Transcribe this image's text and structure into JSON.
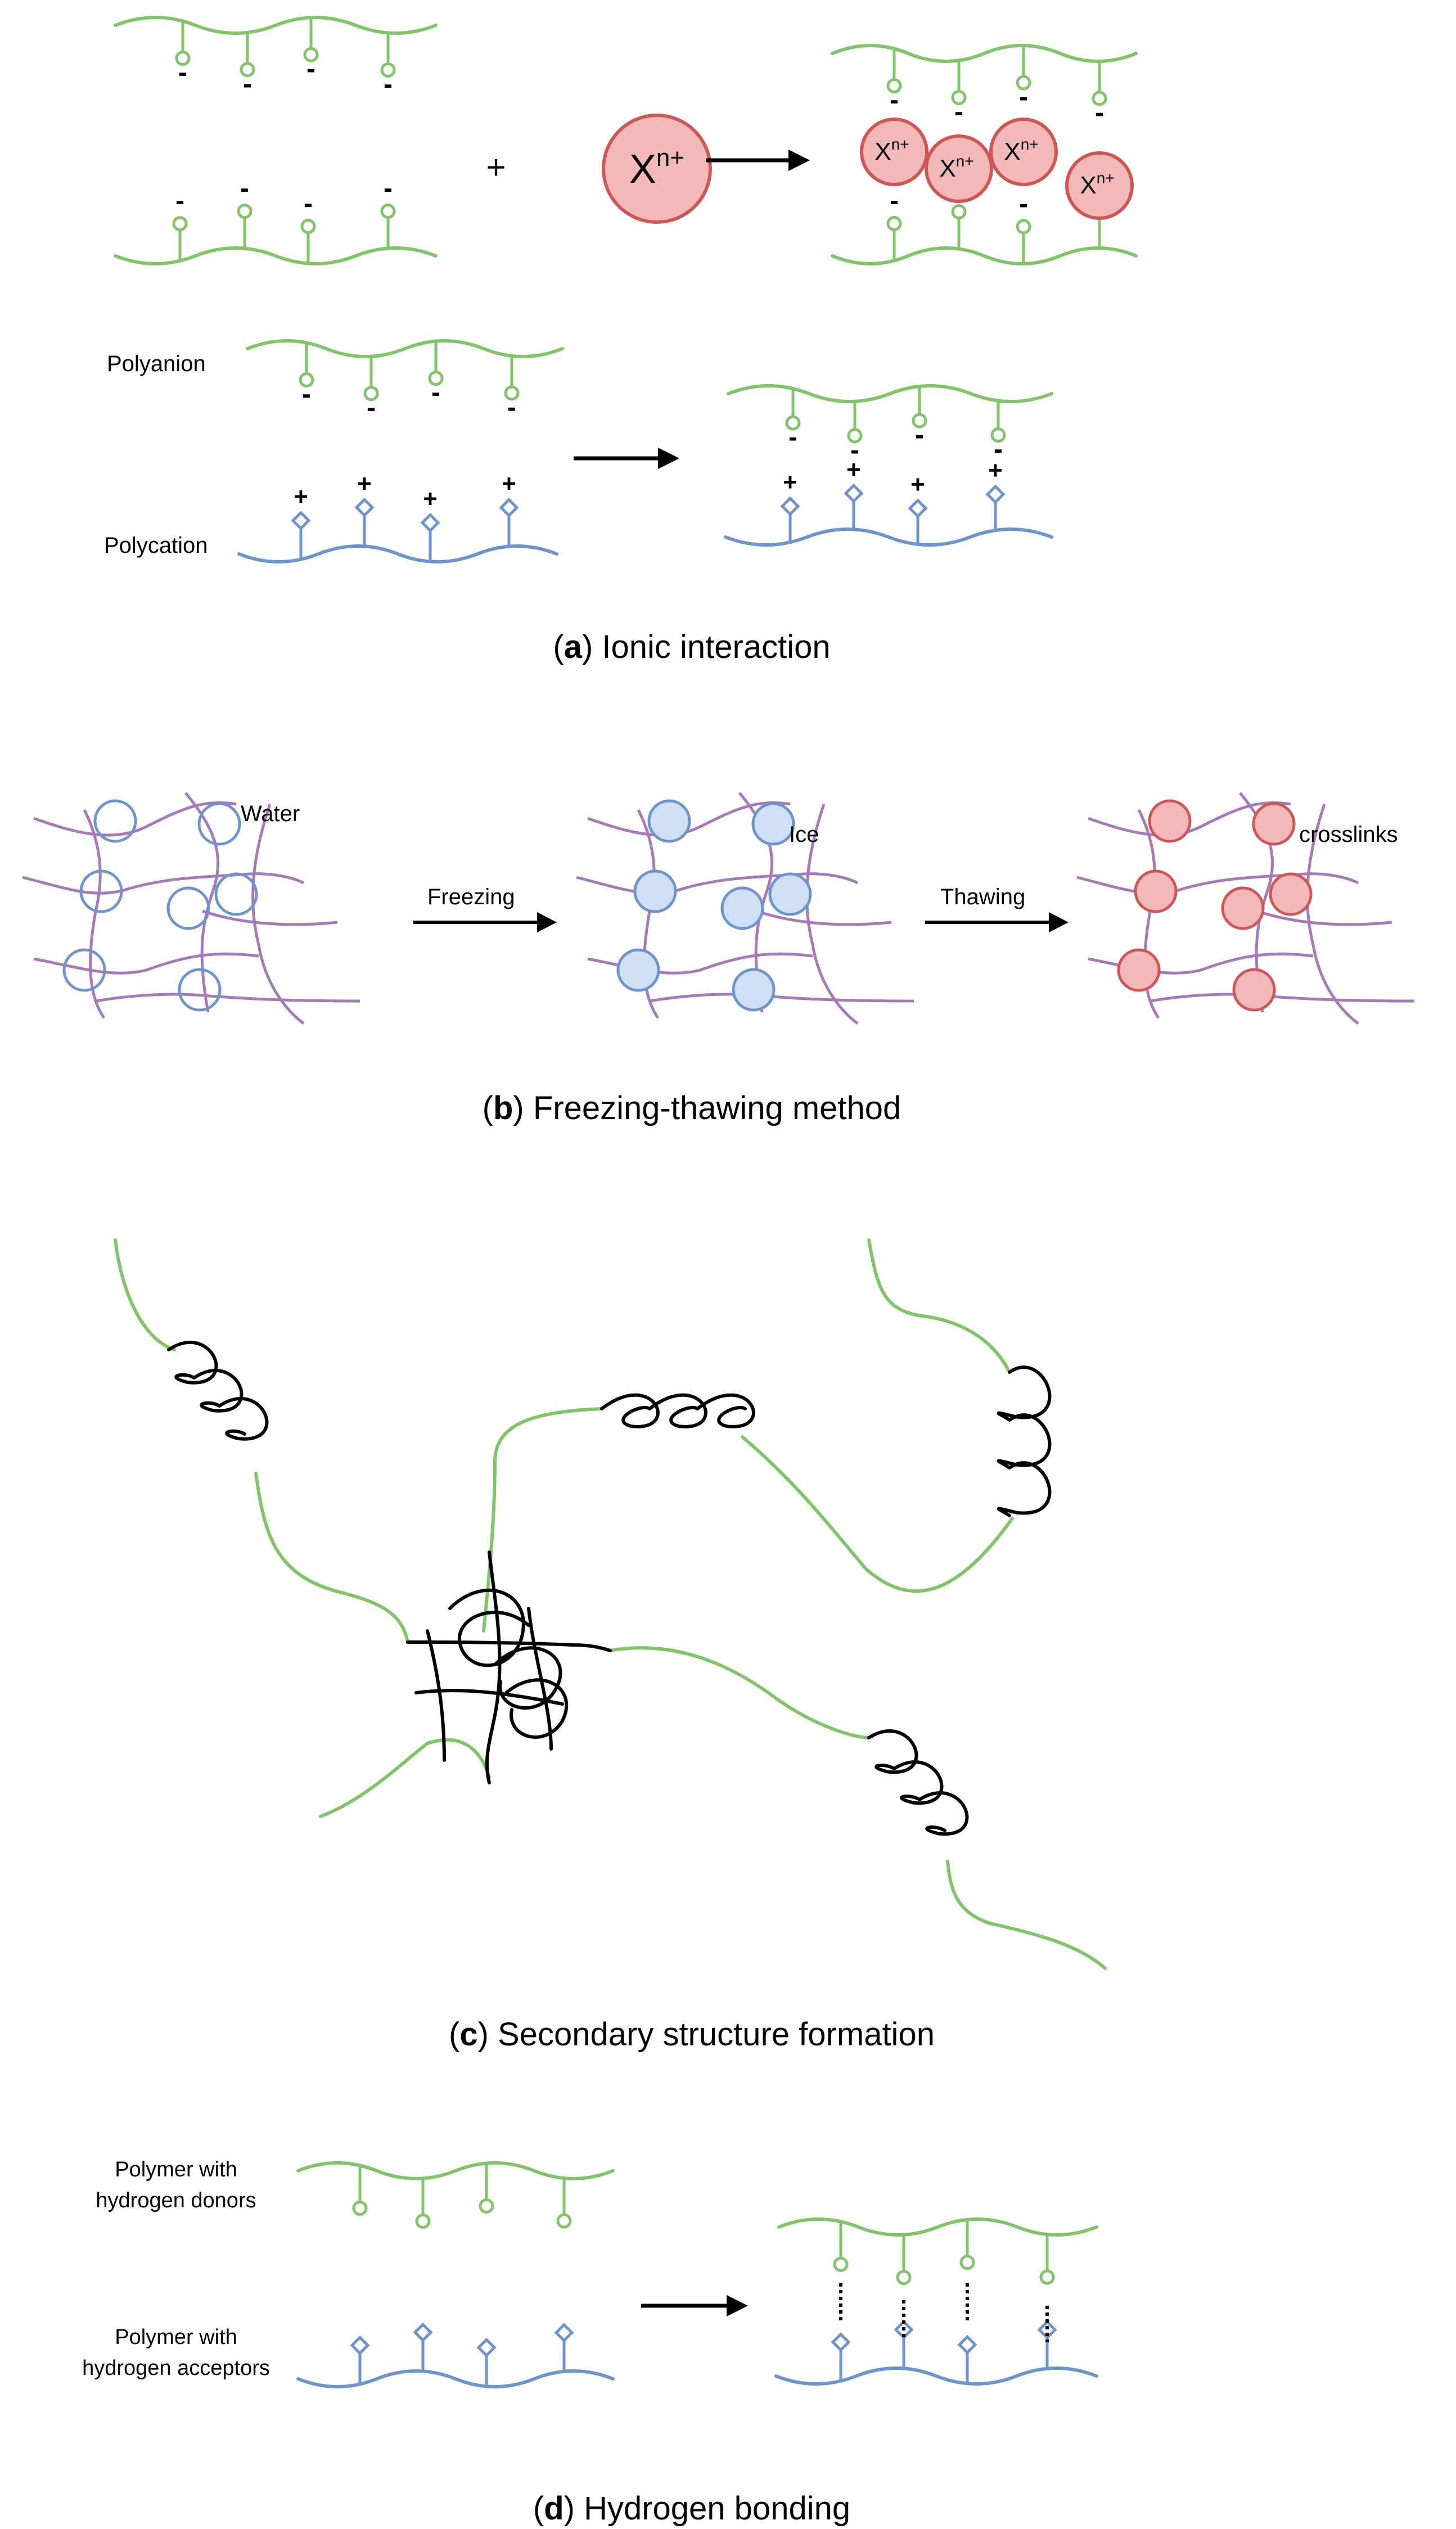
{
  "colors": {
    "green": "#82c46a",
    "blue": "#6f93cc",
    "purple": "#a67ab8",
    "red_fill": "#f3b8b8",
    "red_stroke": "#cf5656",
    "blue_fill": "#cfe0f5",
    "blue_stroke": "#6f93cc",
    "black": "#000000"
  },
  "panel_a": {
    "ion_label": "X",
    "ion_charge": "n+",
    "plus": "+",
    "neg": "-",
    "pos": "+",
    "polyanion_label": "Polyanion",
    "polycation_label": "Polycation",
    "caption_letter": "a",
    "caption_text": "Ionic interaction"
  },
  "panel_b": {
    "water_label": "Water",
    "freezing_label": "Freezing",
    "ice_label": "Ice",
    "thawing_label": "Thawing",
    "crosslinks_label": "crosslinks",
    "caption_letter": "b",
    "caption_text": "Freezing-thawing method"
  },
  "panel_c": {
    "caption_letter": "c",
    "caption_text": "Secondary structure formation"
  },
  "panel_d": {
    "donor_label_1": "Polymer with",
    "donor_label_2": "hydrogen donors",
    "acceptor_label_1": "Polymer with",
    "acceptor_label_2": "hydrogen acceptors",
    "caption_letter": "d",
    "caption_text": "Hydrogen bonding"
  }
}
